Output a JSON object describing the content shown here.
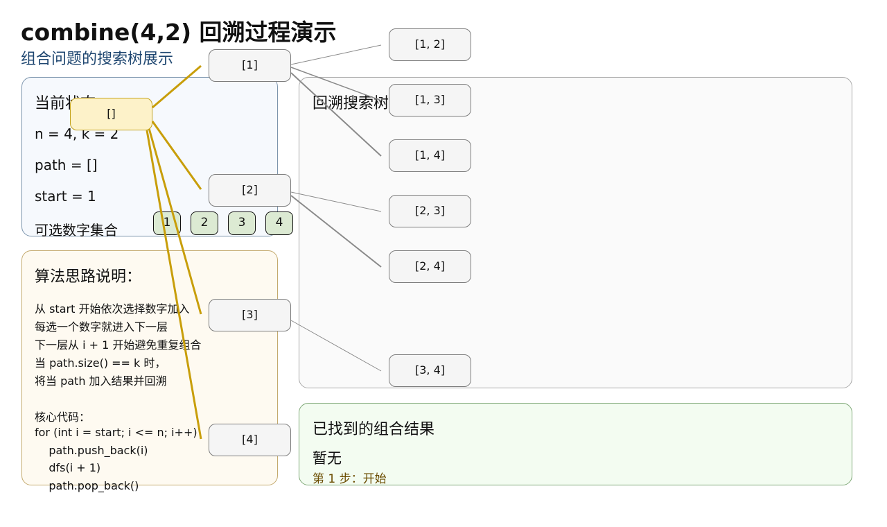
{
  "header": {
    "title": "combine(4,2) 回溯过程演示",
    "subtitle": "组合问题的搜索树展示"
  },
  "state_panel": {
    "title": "当前状态",
    "lines": [
      "n = 4, k = 2",
      "path = []",
      "start = 1",
      "可选数字集合"
    ],
    "numbers": [
      "1",
      "2",
      "3",
      "4"
    ]
  },
  "algo_panel": {
    "title": "算法思路说明：",
    "lines": [
      "从 start 开始依次选择数字加入",
      "每选一个数字就进入下一层",
      "下一层从 i + 1 开始避免重复组合",
      "当 path.size() == k 时，",
      "将当 path 加入结果并回溯"
    ],
    "code_title": "核心代码：",
    "code": [
      "for (int i = start; i <= n; i++)",
      "    path.push_back(i)",
      "    dfs(i + 1)",
      "    path.pop_back()"
    ]
  },
  "tree_panel": {
    "title": "回溯搜索树展开中"
  },
  "tree": {
    "root": "[]",
    "level1": [
      "[1]",
      "[2]",
      "[3]",
      "[4]"
    ],
    "level2": [
      "[1, 2]",
      "[1, 3]",
      "[1, 4]",
      "[2, 3]",
      "[2, 4]",
      "[3, 4]"
    ]
  },
  "result_panel": {
    "title": "已找到的组合结果",
    "value": "暂无",
    "subtitle": "第 1 步：开始"
  },
  "colors": {
    "root_edge": "#c89e0a",
    "child_edge": "#8a8a8a"
  }
}
